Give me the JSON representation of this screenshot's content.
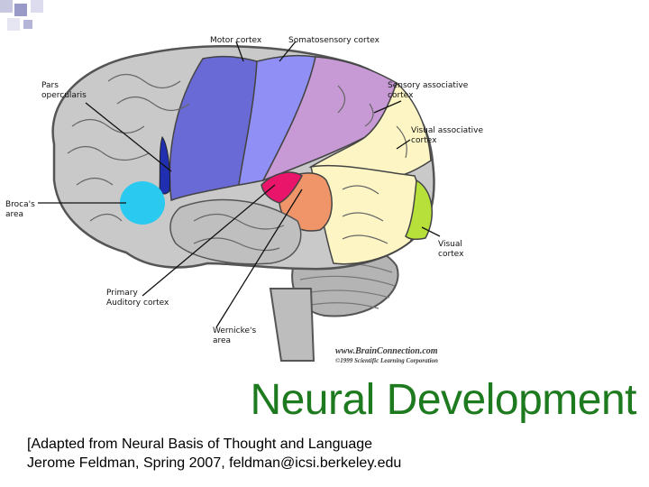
{
  "labels": {
    "motor": "Motor cortex",
    "somatosensory": "Somatosensory cortex",
    "pars_opercularis": "Pars\nopercularis",
    "sensory_assoc": "Sensory associative\ncortex",
    "visual_assoc": "Visual associative\ncortex",
    "broca": "Broca's\narea",
    "visual": "Visual\ncortex",
    "auditory": "Primary\nAuditory cortex",
    "wernicke": "Wernicke's\narea"
  },
  "credit": {
    "site": "www.BrainConnection.com",
    "copyright": "©1999 Scientific Learning Corporation"
  },
  "title": "Neural Development",
  "subtitle": "[Adapted from Neural Basis of Thought and Language\nJerome Feldman, Spring 2007, feldman@icsi.berkeley.edu",
  "colors": {
    "title": "#1e7a1e",
    "motor_cortex": "#8f8ff5",
    "premotor": "#6a6ad6",
    "somatosensory": "#c79ad6",
    "sensory_assoc": "#fdf6c4",
    "visual_assoc": "#fdf6c4",
    "visual": "#b8e03a",
    "broca": "#29c9f0",
    "auditory": "#f0956a",
    "wernicke": "#e8156a"
  }
}
